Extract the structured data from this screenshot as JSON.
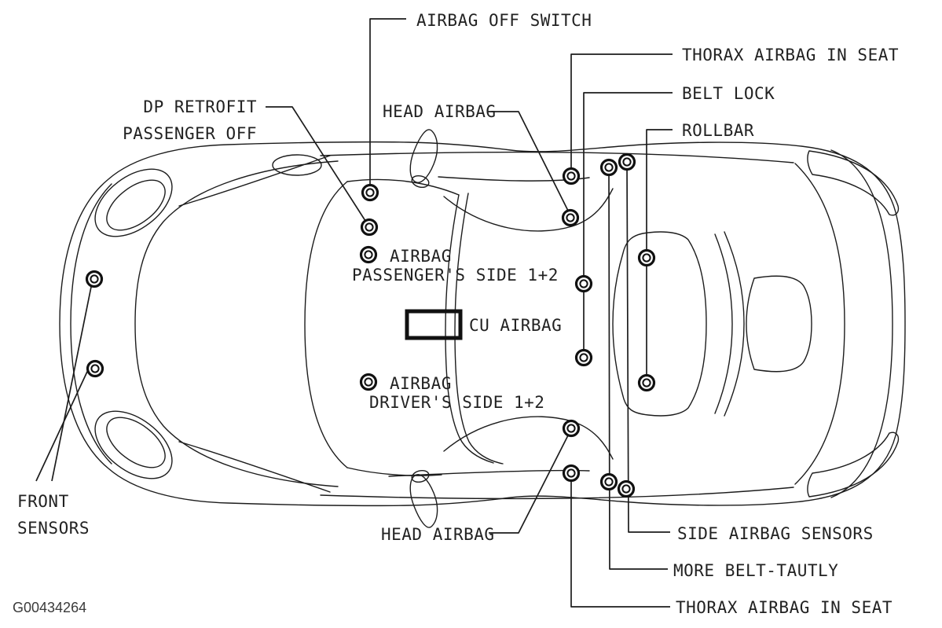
{
  "figure": {
    "id": "G00434264"
  },
  "colors": {
    "line": "#1c1c1c",
    "background": "#ffffff",
    "marker": "#111111"
  },
  "callouts": {
    "airbag_off_switch": "AIRBAG OFF SWITCH",
    "thorax_airbag_top": "THORAX AIRBAG IN SEAT",
    "belt_lock": "BELT LOCK",
    "rollbar": "ROLLBAR",
    "dp_retrofit_1": "DP RETROFIT",
    "dp_retrofit_2": "PASSENGER OFF",
    "head_airbag_top": "HEAD AIRBAG",
    "airbag_passenger_1": "AIRBAG",
    "airbag_passenger_2": "PASSENGER'S SIDE 1+2",
    "cu_airbag": "CU AIRBAG",
    "airbag_driver_1": "AIRBAG",
    "airbag_driver_2": "DRIVER'S SIDE 1+2",
    "front_sensors_1": "FRONT",
    "front_sensors_2": "SENSORS",
    "head_airbag_bottom": "HEAD AIRBAG",
    "side_airbag_sensors": "SIDE AIRBAG SENSORS",
    "more_belt_tautly": "MORE BELT-TAUTLY",
    "thorax_airbag_bottom": "THORAX AIRBAG IN SEAT"
  }
}
